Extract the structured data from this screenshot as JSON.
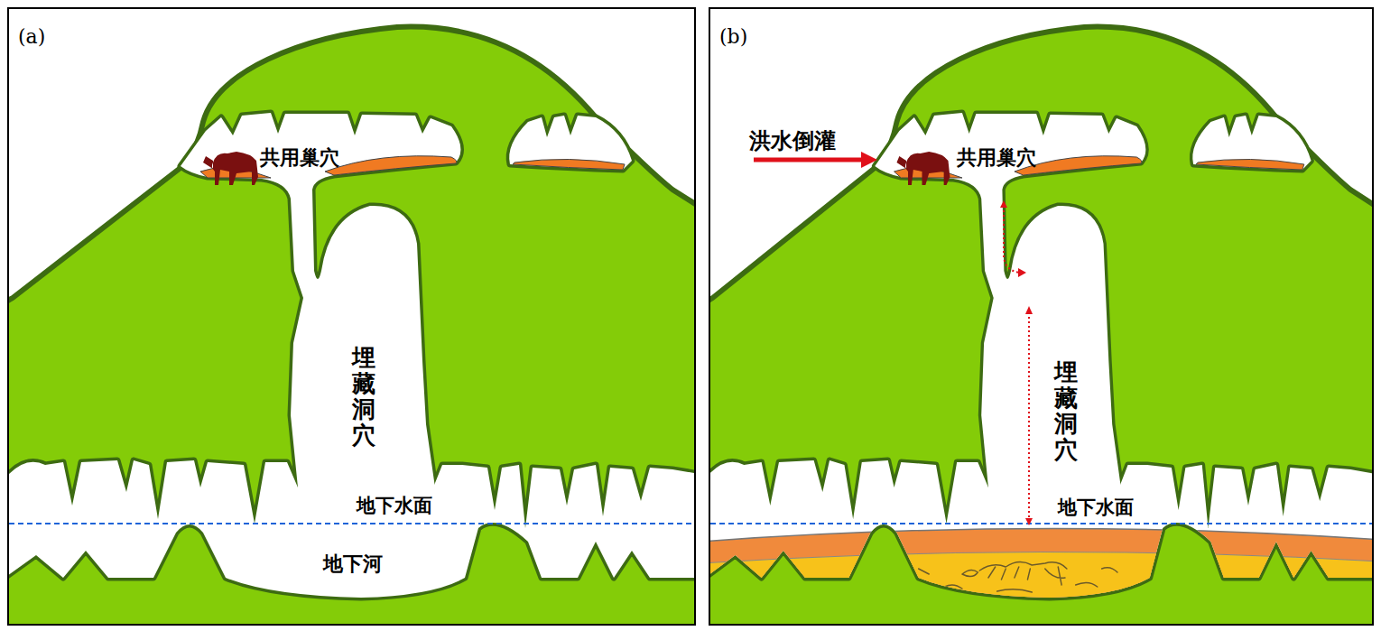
{
  "diagram": {
    "nodes": [
      {
        "text": [
          "(a)"
        ]
      },
      {
        "text": [
          "(b)"
        ]
      }
    ],
    "labels": [
      "共用巢穴",
      "埋藏洞穴",
      "地下水面",
      "地下河",
      "洪水倒灌",
      "共用巢穴",
      "埋藏洞穴",
      "地下水面"
    ]
  }
}
